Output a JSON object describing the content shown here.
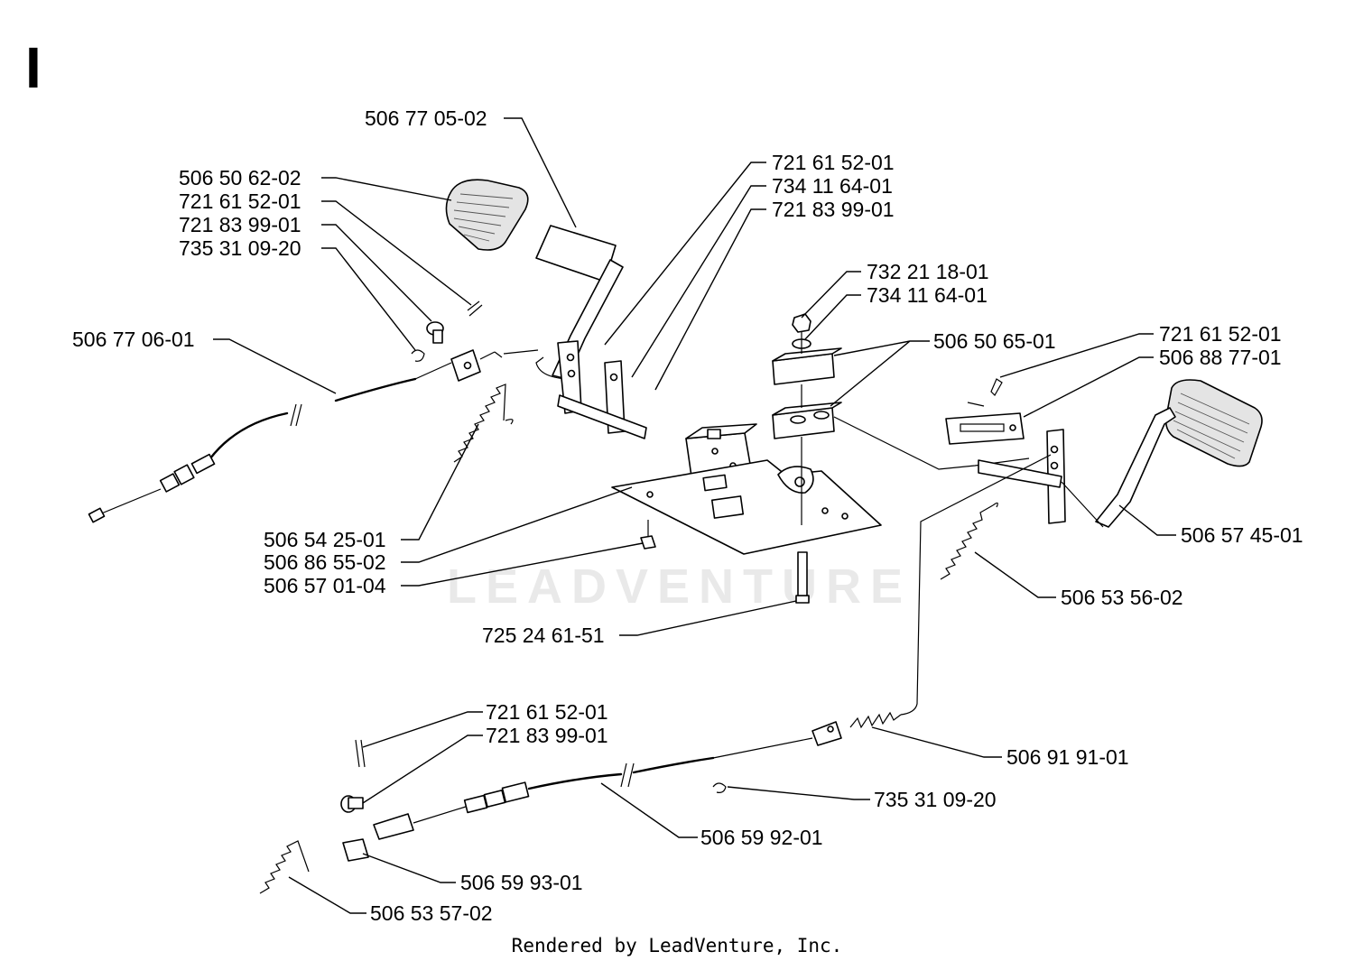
{
  "diagram": {
    "section_label": "I",
    "watermark": "LEADVENTURE",
    "credit": "Rendered by LeadVenture, Inc.",
    "part_labels": [
      "506 77 05-02",
      "506 50 62-02",
      "721 61 52-01",
      "721 83 99-01",
      "735 31 09-20",
      "506 77 06-01",
      "721 61 52-01",
      "734 11 64-01",
      "721 83 99-01",
      "732 21 18-01",
      "734 11 64-01",
      "506 50 65-01",
      "721 61 52-01",
      "506 88 77-01",
      "506 57 45-01",
      "506 53 56-02",
      "506 54 25-01",
      "506 86 55-02",
      "506 57 01-04",
      "725 24 61-51",
      "721 61 52-01",
      "721 83 99-01",
      "506 91 91-01",
      "735 31 09-20",
      "506 59 92-01",
      "506 59 93-01",
      "506 53 57-02"
    ]
  }
}
